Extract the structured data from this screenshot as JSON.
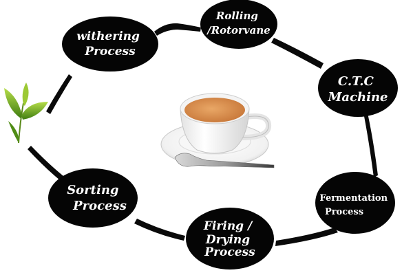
{
  "diagram": {
    "stages": [
      {
        "id": "withering",
        "lines": [
          "withering",
          "Process"
        ]
      },
      {
        "id": "rolling",
        "lines": [
          "Rolling",
          "/Rotorvane"
        ]
      },
      {
        "id": "ctc",
        "lines": [
          "C.T.C",
          "Machine"
        ]
      },
      {
        "id": "fermentation",
        "lines": [
          "Fermentation",
          "Process"
        ]
      },
      {
        "id": "firing",
        "lines": [
          "Firing /",
          "Drying",
          "Process"
        ]
      },
      {
        "id": "sorting",
        "lines": [
          "Sorting",
          "Process"
        ]
      }
    ],
    "colors": {
      "node_fill": "#050505",
      "node_text": "#ffffff",
      "connector": "#0a0a0a",
      "tea": "#d68a4a",
      "leaf": "#6aa81c"
    },
    "center_icon": "tea-cup-with-spoon-icon",
    "leaf_icon": "tea-leaf-sprout-icon"
  }
}
